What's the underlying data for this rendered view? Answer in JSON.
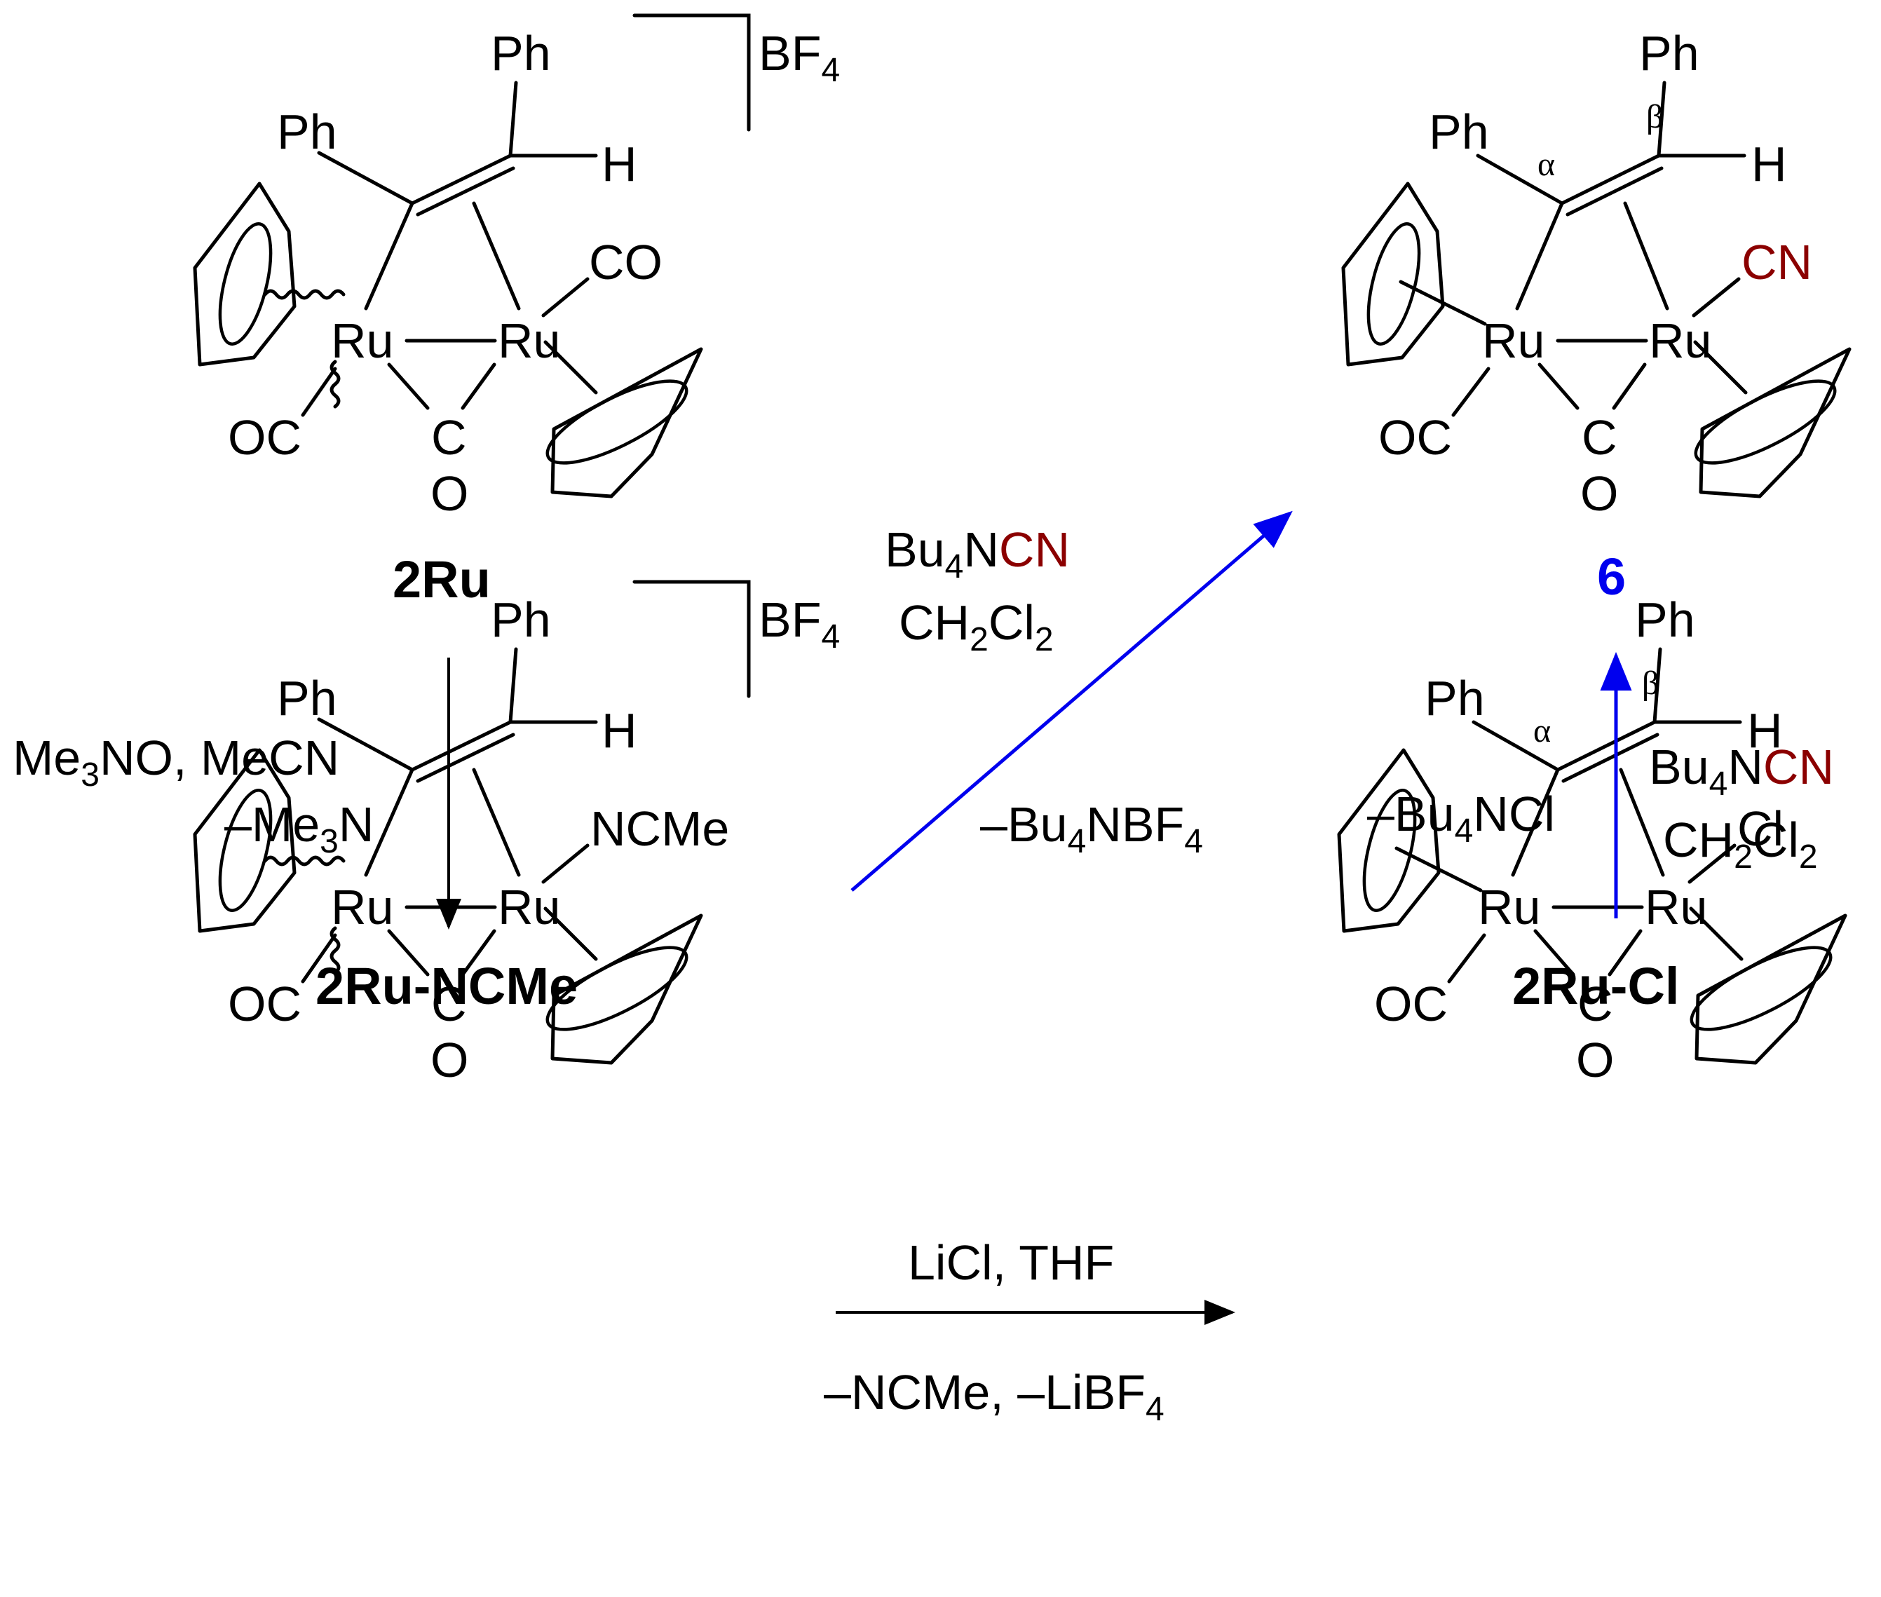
{
  "colors": {
    "black": "#000000",
    "cyanide_red": "#8b0000",
    "blue_arrow": "#0000ee",
    "blue_label": "#0000ee"
  },
  "common": {
    "Ph": "Ph",
    "H": "H",
    "Ru": "Ru",
    "OC": "OC",
    "C": "C",
    "O": "O",
    "CO": "CO",
    "BF": "BF",
    "four": "4",
    "alpha": "α",
    "beta": "β"
  },
  "compounds": {
    "c2Ru": {
      "label": "2Ru",
      "ligand": "CO"
    },
    "c2RuNCMe": {
      "label": "2Ru-NCMe",
      "ligand": "NCMe"
    },
    "c6": {
      "label": "6",
      "ligand": "CN"
    },
    "c2RuCl": {
      "label": "2Ru-Cl",
      "ligand": "Cl"
    }
  },
  "conditions": {
    "down": {
      "line1": {
        "a": "Me",
        "a_sub": "3",
        "b": "NO, MeCN"
      },
      "line2": {
        "a": "–Me",
        "a_sub": "3",
        "b": "N"
      }
    },
    "diagonal": {
      "line1": {
        "a": "Bu",
        "a_sub": "4",
        "b": "N",
        "c": "CN"
      },
      "line2": {
        "a": "CH",
        "a_sub": "2",
        "b": "Cl",
        "b_sub": "2"
      },
      "byproduct": {
        "a": "–Bu",
        "a_sub": "4",
        "b": "NBF",
        "b_sub": "4"
      }
    },
    "up": {
      "line1": {
        "a": "Bu",
        "a_sub": "4",
        "b": "N",
        "c": "CN"
      },
      "line2": {
        "a": "CH",
        "a_sub": "2",
        "b": "Cl",
        "b_sub": "2"
      },
      "byproduct": {
        "a": "–Bu",
        "a_sub": "4",
        "b": "NCl"
      }
    },
    "right": {
      "line1": "LiCl, THF",
      "line2": {
        "a": "–NCMe, –LiBF",
        "a_sub": "4"
      }
    }
  }
}
